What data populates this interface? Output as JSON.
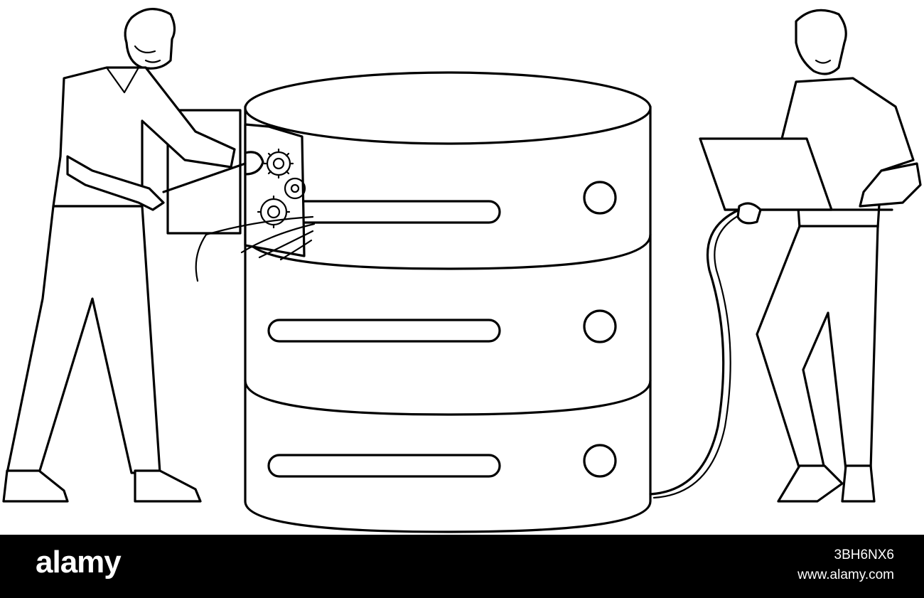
{
  "footer": {
    "brand": "alamy",
    "image_id": "3BH6NX6",
    "url": "www.alamy.com"
  },
  "colors": {
    "background": "#ffffff",
    "line": "#000000",
    "footer_bg": "#000000",
    "footer_text": "#ffffff"
  },
  "icons": [
    "database-icon",
    "gear-icon",
    "laptop-icon",
    "cable-icon",
    "wrench-icon"
  ]
}
